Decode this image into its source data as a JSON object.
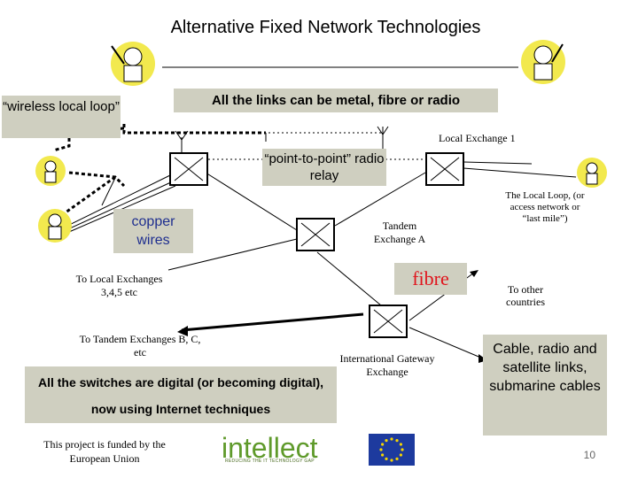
{
  "title": "Alternative Fixed Network Technologies",
  "links_note": "All the links can be metal, fibre or radio",
  "wireless_local_loop": "“wireless local loop”",
  "local_exchange_1": "Local Exchange 1",
  "point_to_point": "“point-to-point” radio relay",
  "local_loop_note": "The Local Loop, (or access network or “last mile”)",
  "copper_wires": "copper wires",
  "tandem_exchange_a": "Tandem Exchange A",
  "fibre": "fibre",
  "to_local_exchanges": "To Local Exchanges 3,4,5 etc",
  "to_other_countries": "To other countries",
  "to_tandem_exchanges": "To Tandem Exchanges B, C, etc",
  "international_gateway": "International Gateway Exchange",
  "switches_note": "All the switches are digital (or becoming digital),  now using Internet techniques",
  "cable_note": "Cable, radio and satellite links, submarine cables",
  "funding_note": "This project is funded by the European Union",
  "logo_text": "intellect",
  "logo_tagline": "REDUCING THE IT TECHNOLOGY GAP",
  "page_number": "10",
  "colors": {
    "box_bg": "#cfcfc0",
    "blue_text": "#1f2f8f",
    "red_text": "#e0141c",
    "logo_green": "#5f9a2b",
    "eu_blue": "#1d3a9e"
  },
  "icons": [
    "cartoon-doctor-icon",
    "switch-icon",
    "antenna-icon",
    "european-union-flag-icon"
  ]
}
